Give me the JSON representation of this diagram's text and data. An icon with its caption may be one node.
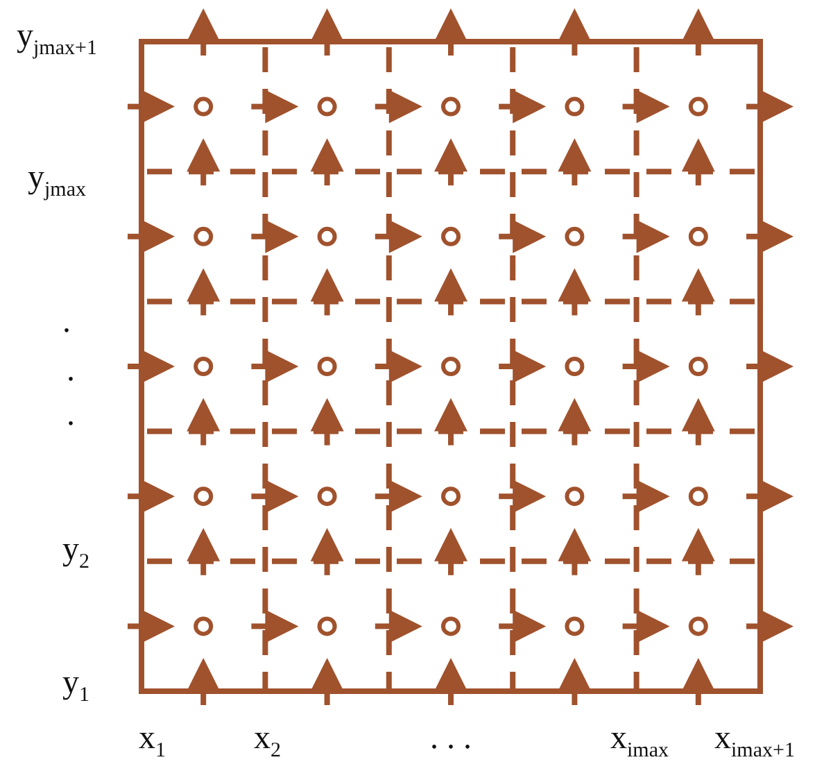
{
  "diagram": {
    "labels": [
      "y$_{jmax+1}$",
      "y$_{jmax}$",
      ".",
      ".",
      ".",
      "y$_{2}$",
      "y$_{1}$",
      "x$_{1}$",
      "x$_{2}$",
      ". . .",
      "x$_{imax}$",
      "x$_{imax+1}$"
    ]
  }
}
